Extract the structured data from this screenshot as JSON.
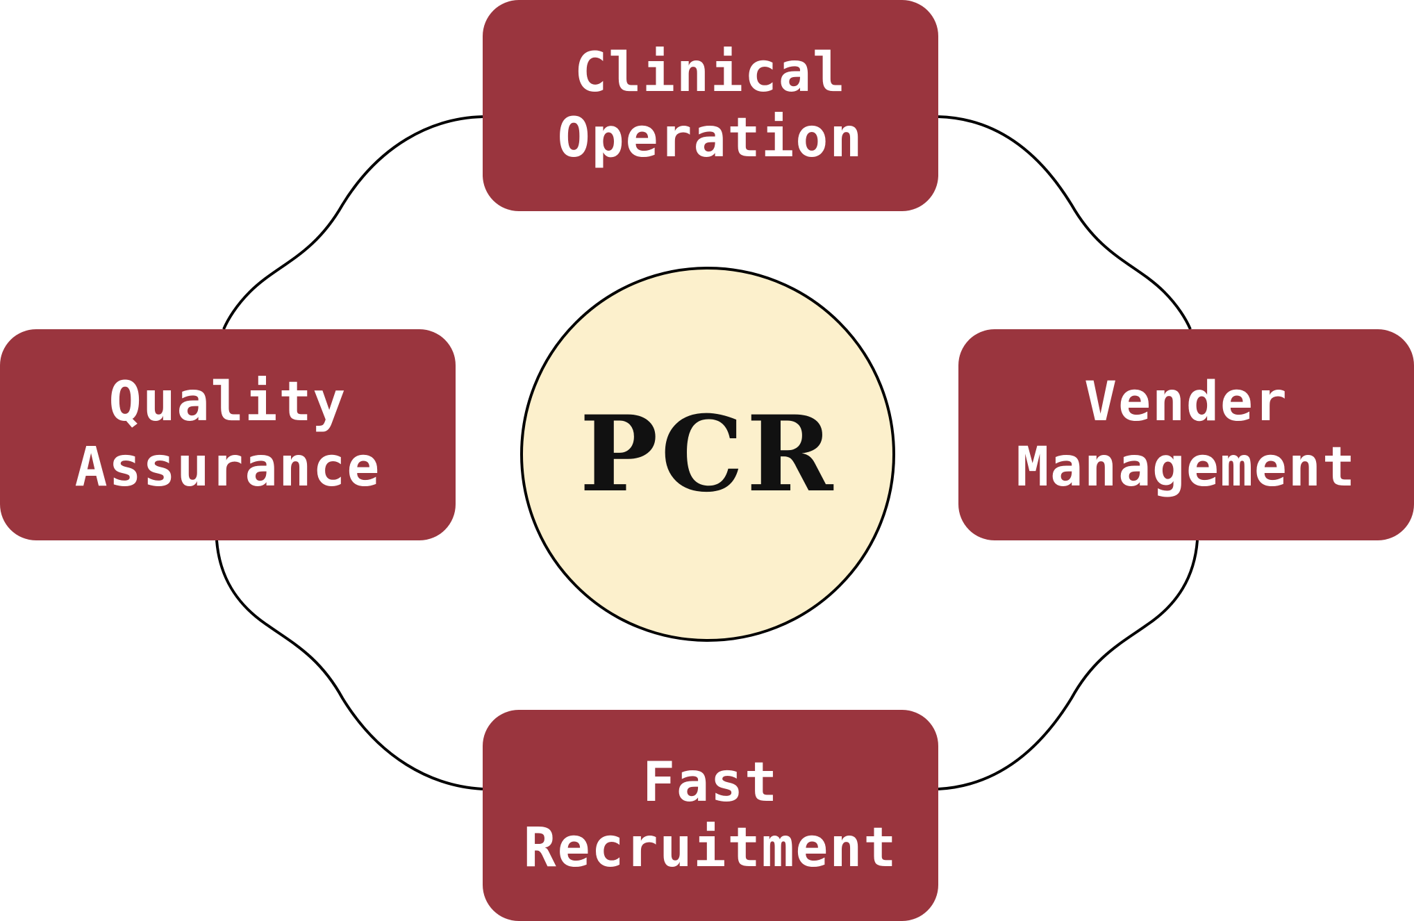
{
  "colors": {
    "box_fill": "#9a353e",
    "box_text": "#ffffff",
    "center_fill": "#fcf0cc",
    "center_text": "#111111",
    "line": "#000000"
  },
  "center": {
    "label": "PCR"
  },
  "nodes": {
    "top": {
      "line1": "Clinical",
      "line2": "Operation"
    },
    "left": {
      "line1": "Quality",
      "line2": "Assurance"
    },
    "right": {
      "line1": "Vender",
      "line2": "Management"
    },
    "bottom": {
      "line1": "Fast",
      "line2": "Recruitment"
    }
  }
}
